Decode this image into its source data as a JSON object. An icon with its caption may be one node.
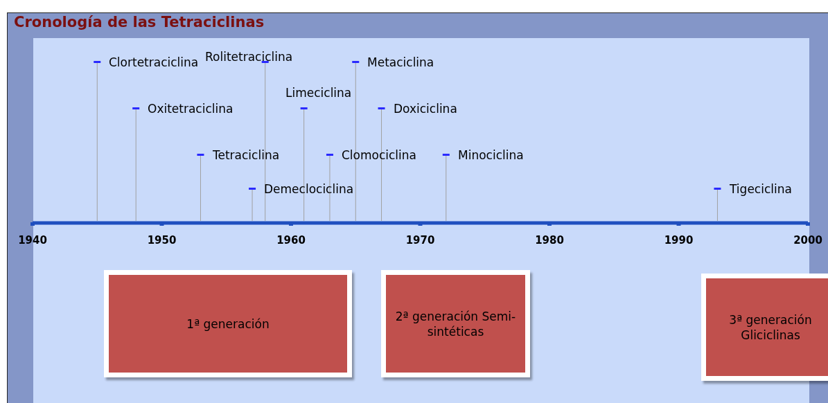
{
  "diagram": {
    "title": "Cronología de las Tetraciclinas",
    "nodes": [
      {
        "text": [
          "1ª generación"
        ]
      },
      {
        "text": [
          "2ª generación Semi-sintéticas"
        ]
      },
      {
        "text": [
          "3ª generación Gliciclinas"
        ]
      }
    ],
    "labels": [
      "Clortetraciclina",
      "Rolitetraciclina",
      "Metaciclina",
      "Limeciclina",
      "Oxitetraciclina",
      "Doxiciclina",
      "Tetraciclina",
      "Clomociclina",
      "Minociclina",
      "Demeclociclina",
      "Tigeciclina",
      "1940",
      "1950",
      "1960",
      "1970",
      "1980",
      "1990",
      "2000"
    ]
  }
}
